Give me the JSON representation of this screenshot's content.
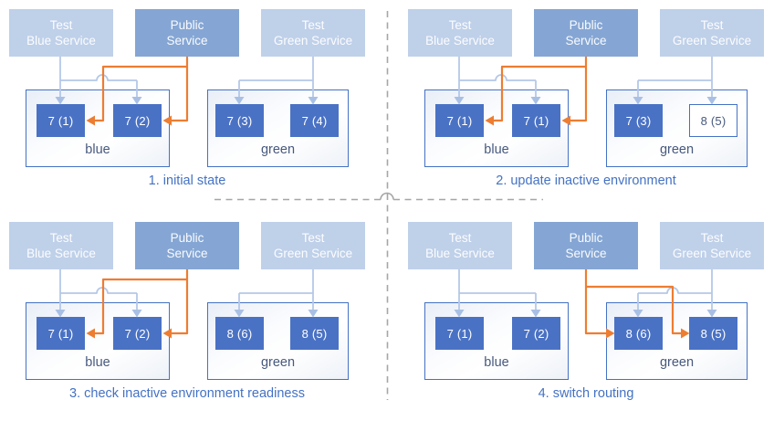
{
  "colors": {
    "test_service_fill": "#bfd0e9",
    "public_service_fill": "#85a6d4",
    "pod_active_fill": "#4a72c4",
    "pod_inactive_fill": "#ffffff",
    "pod_inactive_text": "#47597e",
    "environment_border": "#4472c4",
    "orange_route": "#ed7d31",
    "light_connector": "#b5c8e8",
    "env_label_text": "#47597e",
    "caption_text": "#4472c4",
    "divider_gray": "#a6a6a6"
  },
  "panels": [
    {
      "caption": "1. initial state",
      "public_routes_to": "blue",
      "services": [
        {
          "line1": "Test",
          "line2": "Blue Service"
        },
        {
          "line1": "Public",
          "line2": "Service"
        },
        {
          "line1": "Test",
          "line2": "Green Service"
        }
      ],
      "environments": [
        {
          "label": "blue",
          "pods": [
            {
              "label": "7 (1)",
              "active": true
            },
            {
              "label": "7 (2)",
              "active": true
            }
          ]
        },
        {
          "label": "green",
          "pods": [
            {
              "label": "7 (3)",
              "active": true
            },
            {
              "label": "7 (4)",
              "active": true
            }
          ]
        }
      ]
    },
    {
      "caption": "2. update inactive environment",
      "public_routes_to": "blue",
      "services": [
        {
          "line1": "Test",
          "line2": "Blue Service"
        },
        {
          "line1": "Public",
          "line2": "Service"
        },
        {
          "line1": "Test",
          "line2": "Green Service"
        }
      ],
      "environments": [
        {
          "label": "blue",
          "pods": [
            {
              "label": "7 (1)",
              "active": true
            },
            {
              "label": "7 (1)",
              "active": true
            }
          ]
        },
        {
          "label": "green",
          "pods": [
            {
              "label": "7 (3)",
              "active": true
            },
            {
              "label": "8 (5)",
              "active": false
            }
          ]
        }
      ]
    },
    {
      "caption": "3. check inactive environment readiness",
      "public_routes_to": "blue",
      "services": [
        {
          "line1": "Test",
          "line2": "Blue Service"
        },
        {
          "line1": "Public",
          "line2": "Service"
        },
        {
          "line1": "Test",
          "line2": "Green Service"
        }
      ],
      "environments": [
        {
          "label": "blue",
          "pods": [
            {
              "label": "7 (1)",
              "active": true
            },
            {
              "label": "7 (2)",
              "active": true
            }
          ]
        },
        {
          "label": "green",
          "pods": [
            {
              "label": "8 (6)",
              "active": true
            },
            {
              "label": "8 (5)",
              "active": true
            }
          ]
        }
      ]
    },
    {
      "caption": "4. switch routing",
      "public_routes_to": "green",
      "services": [
        {
          "line1": "Test",
          "line2": "Blue Service"
        },
        {
          "line1": "Public",
          "line2": "Service"
        },
        {
          "line1": "Test",
          "line2": "Green Service"
        }
      ],
      "environments": [
        {
          "label": "blue",
          "pods": [
            {
              "label": "7 (1)",
              "active": true
            },
            {
              "label": "7 (2)",
              "active": true
            }
          ]
        },
        {
          "label": "green",
          "pods": [
            {
              "label": "8 (6)",
              "active": true
            },
            {
              "label": "8 (5)",
              "active": true
            }
          ]
        }
      ]
    }
  ]
}
